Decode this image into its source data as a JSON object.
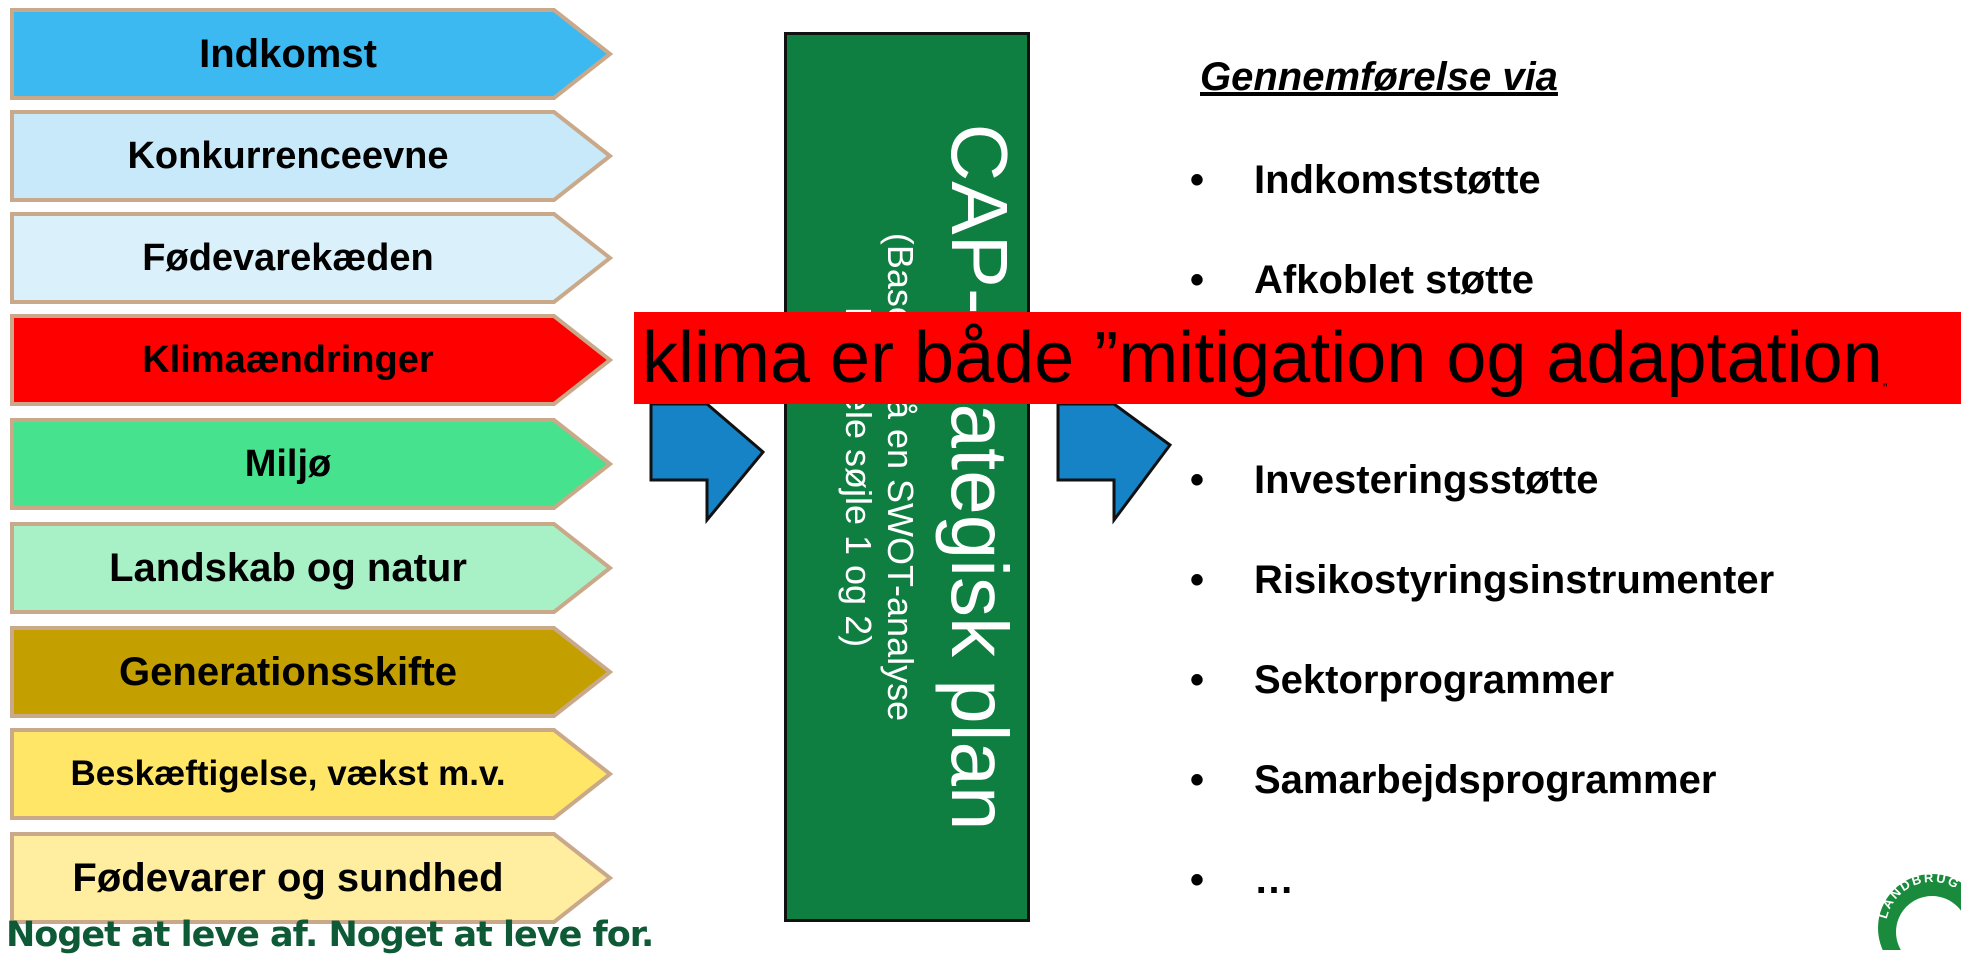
{
  "objectives": [
    {
      "label": "Indkomst",
      "fill": "#3db9f2"
    },
    {
      "label": "Konkurrenceevne",
      "fill": "#c7e9f9"
    },
    {
      "label": "Fødevarekæden",
      "fill": "#daf1fb"
    },
    {
      "label": "Klimaændringer",
      "fill": "#ff0000"
    },
    {
      "label": "Miljø",
      "fill": "#47e28e"
    },
    {
      "label": "Landskab og natur",
      "fill": "#a8f0c6"
    },
    {
      "label": "Generationsskifte",
      "fill": "#c3a000"
    },
    {
      "label": "Beskæftigelse, vækst m.v.",
      "fill": "#ffe666"
    },
    {
      "label": "Fødevarer og sundhed",
      "fill": "#ffeea0"
    }
  ],
  "center": {
    "title": "CAP-strategisk plan",
    "subtitle_line1": "(Baseret på en SWOT-analyse",
    "subtitle_line2": "For hele søjle 1 og 2)"
  },
  "means": {
    "heading": "Gennemførelse via",
    "bullet": "•",
    "items": [
      "Indkomststøtte",
      "Afkoblet støtte",
      "Investeringsstøtte",
      "Risikostyringsinstrumenter",
      "Sektorprogrammer",
      "Samarbejdsprogrammer",
      "…"
    ]
  },
  "banner": {
    "text": "klima er både ”mitigation og adaptation",
    "tail": "”"
  },
  "footer": {
    "slogan": "Noget at leve af. Noget at leve for."
  },
  "logo": {
    "text": "LANDBRUG"
  },
  "colors": {
    "center_box": "#0f7f41",
    "arrow_blue": "#1583c6",
    "banner_red": "#ff0000",
    "logo_green": "#1a8a3c",
    "slogan_green": "#0e5a36",
    "objective_border": "#c9a98a"
  }
}
